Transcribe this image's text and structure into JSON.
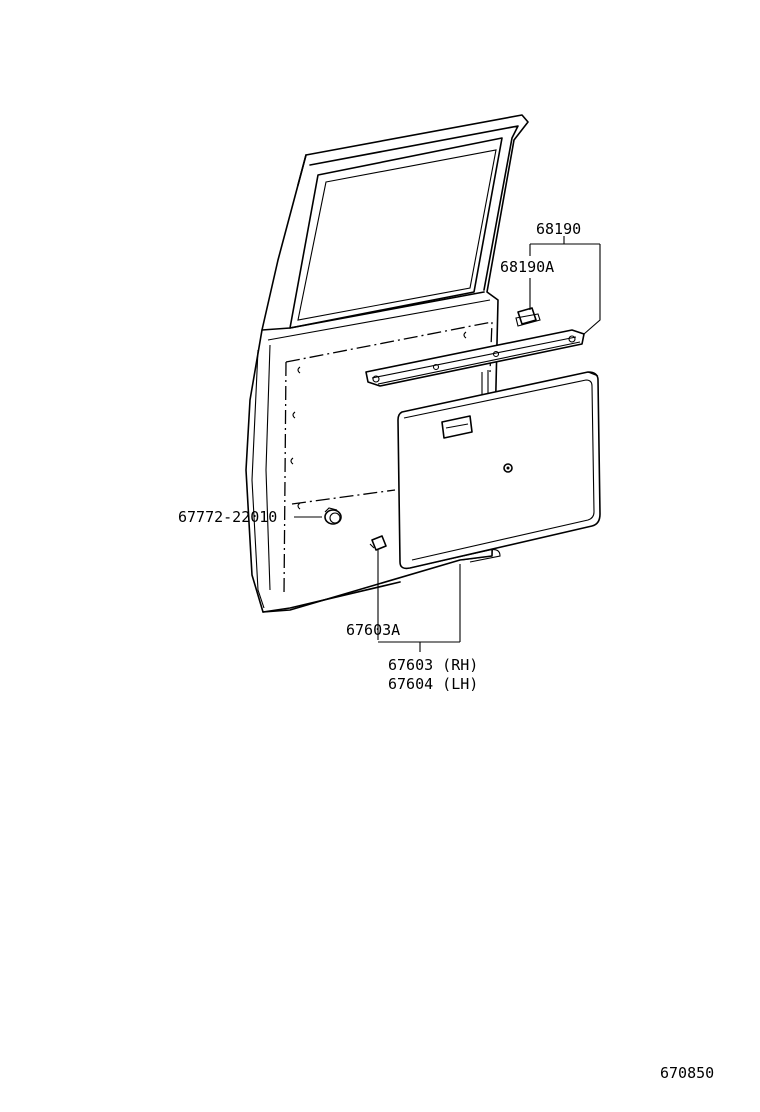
{
  "labels": {
    "part_68190": "68190",
    "part_68190A": "68190A",
    "part_67772": "67772-22010",
    "part_67603A": "67603A",
    "part_67603_rh": "67603 (RH)",
    "part_67604_lh": "67604 (LH)",
    "figure_number": "670850"
  },
  "colors": {
    "ink": "#000000",
    "background": "#ffffff"
  }
}
